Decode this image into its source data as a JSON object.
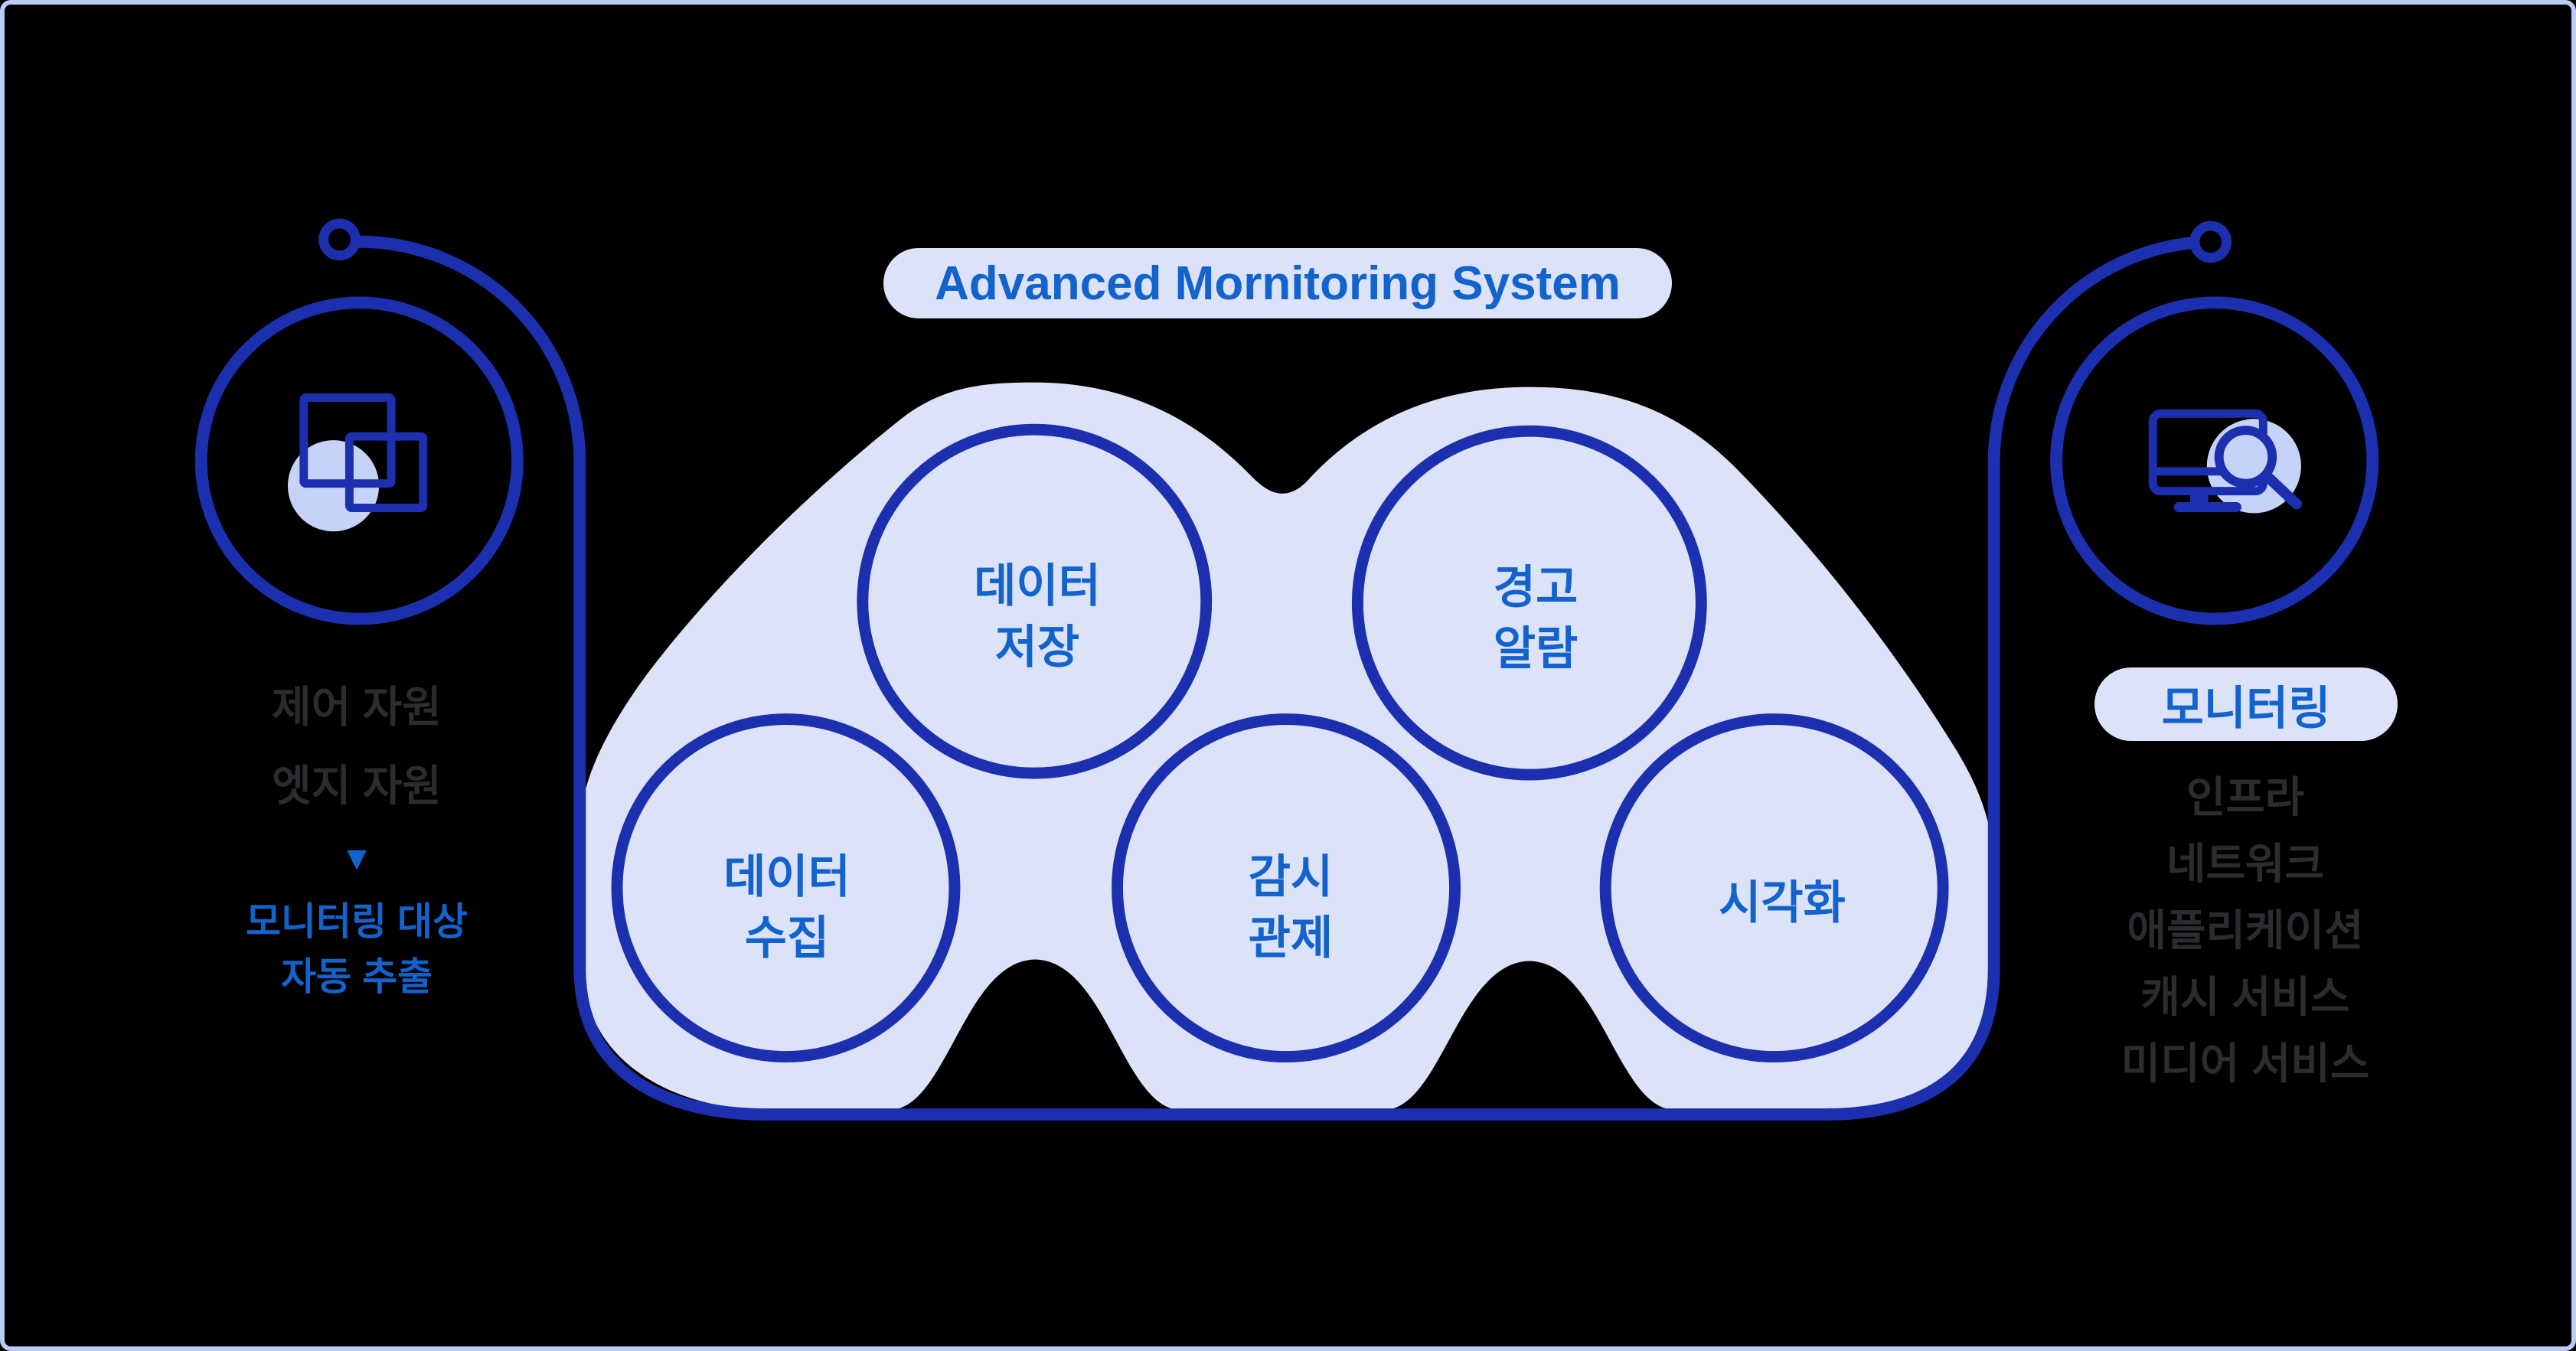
{
  "title": {
    "label": "Advanced Mornitoring System"
  },
  "colors": {
    "background": "#000000",
    "frame_border": "#bccbf3",
    "navy_stroke": "#1c2fae",
    "blob_fill": "#dce2f8",
    "icon_accent_fill": "#c5d3f8",
    "blue_text": "#1263cc",
    "dark_text": "#2b2b30"
  },
  "center": {
    "circles": [
      {
        "id": "data-storage",
        "line1": "데이터",
        "line2": "저장"
      },
      {
        "id": "alert-alarm",
        "line1": "경고",
        "line2": "알람"
      },
      {
        "id": "data-collection",
        "line1": "데이터",
        "line2": "수집"
      },
      {
        "id": "surveillance-control",
        "line1": "감시",
        "line2": "관제"
      },
      {
        "id": "visualization",
        "line1": "시각화"
      }
    ]
  },
  "left_panel": {
    "icon": "overlapping-squares-icon",
    "line1": "제어 자원",
    "line2": "엣지 자원",
    "arrow": "▼",
    "highlight_line1": "모니터링 대상",
    "highlight_line2": "자동 추출"
  },
  "right_panel": {
    "icon": "monitor-search-icon",
    "badge": "모니터링",
    "items": [
      "인프라",
      "네트워크",
      "애플리케이션",
      "캐시 서비스",
      "미디어 서비스"
    ]
  }
}
